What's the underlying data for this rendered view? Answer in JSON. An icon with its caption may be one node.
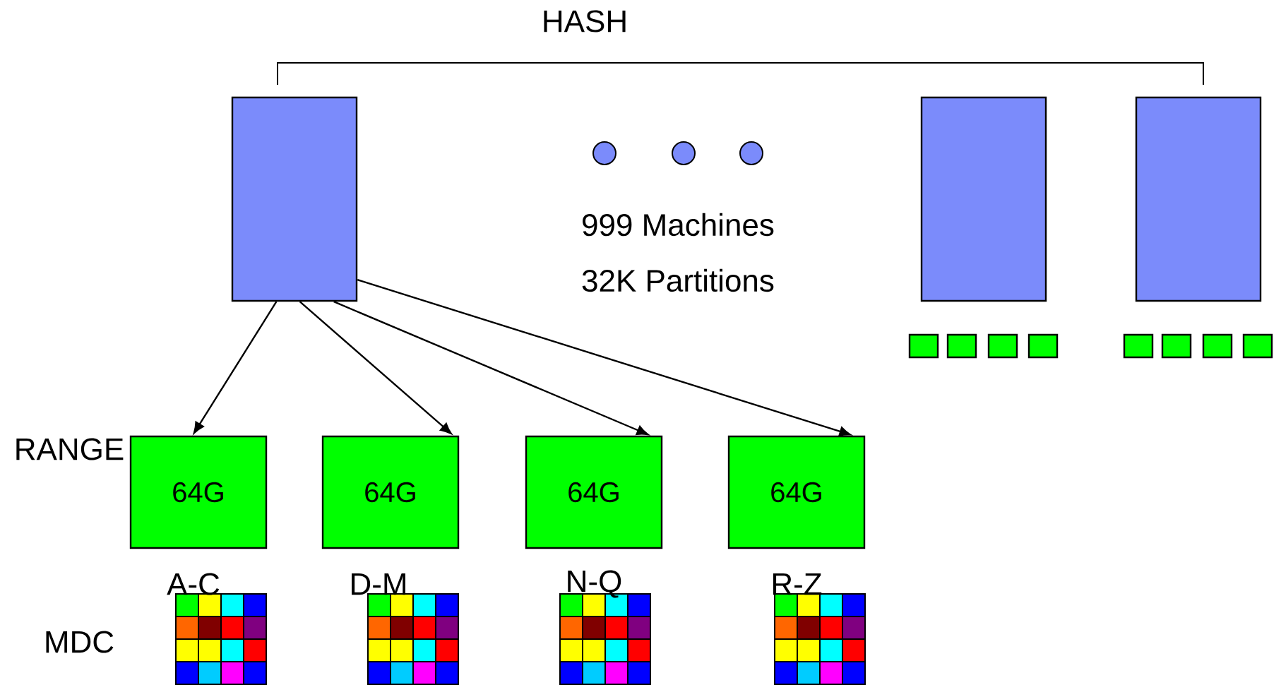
{
  "diagram": {
    "nodes": [
      {
        "text": [],
        "shape": "box"
      },
      {
        "text": [],
        "shape": "box"
      },
      {
        "text": [],
        "shape": "box"
      },
      {
        "text": [],
        "shape": "box"
      },
      {
        "text": [],
        "shape": "box"
      },
      {
        "text": [],
        "shape": "box"
      },
      {
        "text": [],
        "shape": "box"
      },
      {
        "text": [],
        "shape": "box"
      },
      {
        "text": [],
        "shape": "box"
      },
      {
        "text": [],
        "shape": "box"
      },
      {
        "text": [],
        "shape": "box"
      },
      {
        "text": [
          "64G"
        ]
      },
      {
        "text": [
          "64G"
        ]
      },
      {
        "text": [
          "64G"
        ]
      },
      {
        "text": [
          "64G"
        ]
      }
    ],
    "edges": [
      {
        "from": 0,
        "to": 11,
        "arrow": "to"
      },
      {
        "from": 0,
        "to": 12,
        "arrow": "to"
      },
      {
        "from": 0,
        "to": 13,
        "arrow": "to"
      },
      {
        "from": 0,
        "to": 14,
        "arrow": "to"
      }
    ],
    "labels": [
      "HASH",
      "999 Machines",
      "32K Partitions",
      "RANGE",
      "A-C",
      "D-M",
      "N-Q",
      "R-Z",
      "MDC"
    ]
  }
}
